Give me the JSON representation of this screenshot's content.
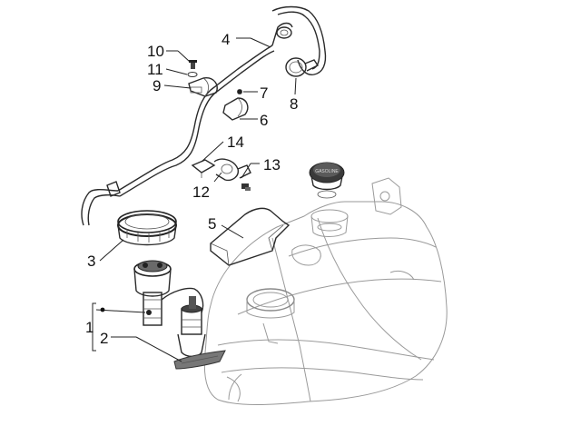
{
  "diagram": {
    "callouts": [
      {
        "id": "c1",
        "label": "1"
      },
      {
        "id": "c2",
        "label": "2"
      },
      {
        "id": "c3",
        "label": "3"
      },
      {
        "id": "c4",
        "label": "4"
      },
      {
        "id": "c5",
        "label": "5"
      },
      {
        "id": "c6",
        "label": "6"
      },
      {
        "id": "c7",
        "label": "7"
      },
      {
        "id": "c8",
        "label": "8"
      },
      {
        "id": "c9",
        "label": "9"
      },
      {
        "id": "c10",
        "label": "10"
      },
      {
        "id": "c11",
        "label": "11"
      },
      {
        "id": "c12",
        "label": "12"
      },
      {
        "id": "c13",
        "label": "13"
      },
      {
        "id": "c14",
        "label": "14"
      }
    ],
    "fuel_cap_marking": "GASOLINE"
  }
}
